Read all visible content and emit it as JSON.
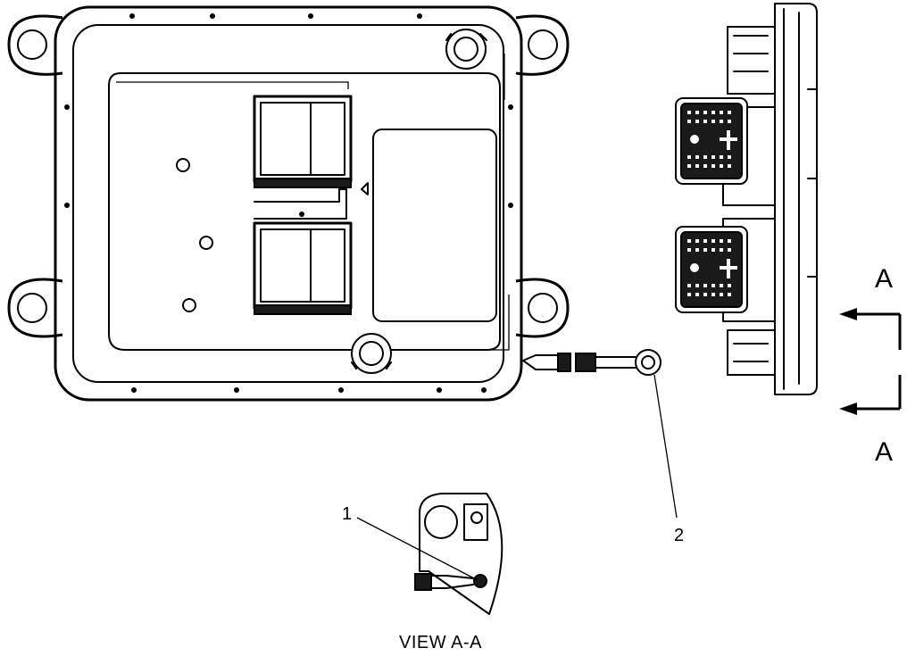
{
  "labels": {
    "callout_1": "1",
    "callout_2": "2",
    "section_mark_top": "A",
    "section_mark_bottom": "A",
    "view_caption": "VIEW A-A"
  }
}
